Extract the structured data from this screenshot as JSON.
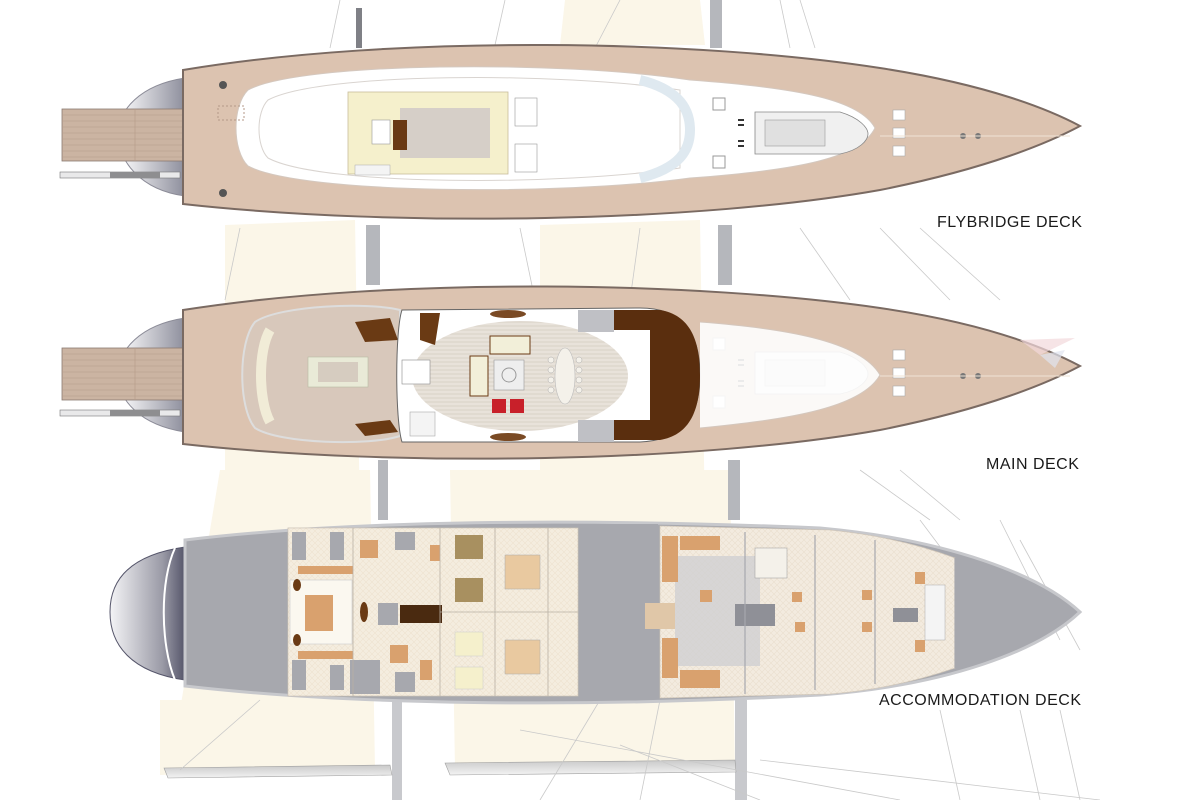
{
  "diagram": {
    "type": "yacht-deck-plan",
    "decks": [
      {
        "id": "flybridge",
        "label": "FLYBRIDGE DECK"
      },
      {
        "id": "main",
        "label": "MAIN DECK"
      },
      {
        "id": "accommodation",
        "label": "ACCOMMODATION DECK"
      }
    ],
    "colors": {
      "teak_deck": "#DCC3B0",
      "hull_outline": "#8A7A72",
      "white_deck": "#FFFFFF",
      "cream_sail": "#FBF6E8",
      "grey_hull": "#A7A8AE",
      "dark_wood": "#6A3A14",
      "orange_furniture": "#D9A16E",
      "yellow_cushion": "#F3EEC4",
      "red_chairs": "#C8202A",
      "mast_grey": "#B5B7BC"
    }
  }
}
